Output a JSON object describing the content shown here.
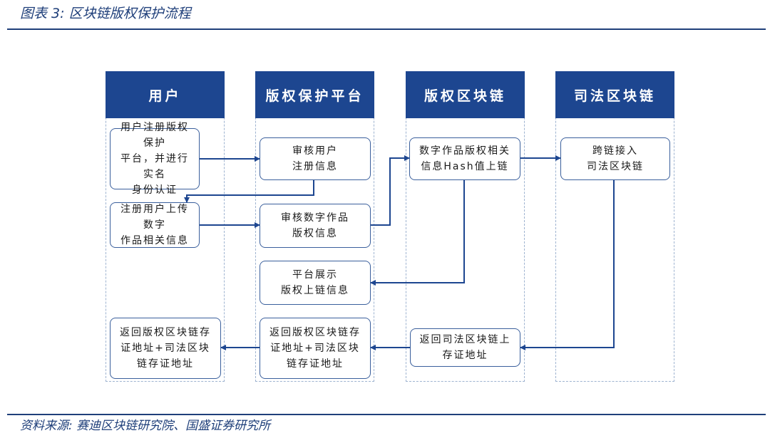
{
  "figure": {
    "title": "图表 3:  区块链版权保护流程",
    "source": "资料来源:  赛迪区块链研究院、国盛证券研究所"
  },
  "lanes": [
    {
      "title": "用户"
    },
    {
      "title": "版权保护平台"
    },
    {
      "title": "版权区块链"
    },
    {
      "title": "司法区块链"
    }
  ],
  "boxes": {
    "user_register": "用户注册版权保护\n平台，并进行实名\n身份认证",
    "user_upload": "注册用户上传数字\n作品相关信息",
    "user_return": "返回版权区块链存\n证地址+司法区块\n链存证地址",
    "platform_review_user": "审核用户\n注册信息",
    "platform_review_work": "审核数字作品\n版权信息",
    "platform_show": "平台展示\n版权上链信息",
    "platform_return": "返回版权区块链存\n证地址+司法区块\n链存证地址",
    "chain_hash": "数字作品版权相关\n信息Hash值上链",
    "chain_return": "返回司法区块链上\n存证地址",
    "judicial_cross": "跨链接入\n司法区块链"
  }
}
